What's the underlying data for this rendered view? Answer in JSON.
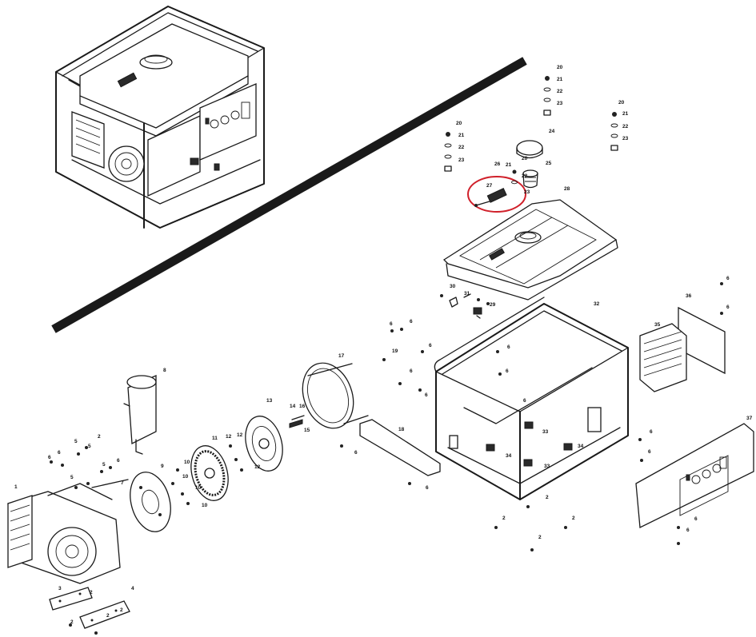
{
  "diagram": {
    "highlight_color": "#d0202a",
    "divider_color": "#1a1a1a",
    "callouts": [
      {
        "id": "c-20a",
        "text": "20"
      },
      {
        "id": "c-21a",
        "text": "21"
      },
      {
        "id": "c-22a",
        "text": "22"
      },
      {
        "id": "c-23a",
        "text": "23"
      },
      {
        "id": "c-20b",
        "text": "20"
      },
      {
        "id": "c-21b",
        "text": "21"
      },
      {
        "id": "c-22b",
        "text": "22"
      },
      {
        "id": "c-23b",
        "text": "23"
      },
      {
        "id": "c-20c",
        "text": "20"
      },
      {
        "id": "c-21c",
        "text": "21"
      },
      {
        "id": "c-22c",
        "text": "22"
      },
      {
        "id": "c-23c",
        "text": "23"
      },
      {
        "id": "c-24",
        "text": "24"
      },
      {
        "id": "c-25",
        "text": "25"
      },
      {
        "id": "c-26",
        "text": "26"
      },
      {
        "id": "c-27",
        "text": "27"
      },
      {
        "id": "c-20d",
        "text": "20"
      },
      {
        "id": "c-21d",
        "text": "21"
      },
      {
        "id": "c-22d",
        "text": "22"
      },
      {
        "id": "c-23d",
        "text": "23"
      },
      {
        "id": "c-28",
        "text": "28"
      },
      {
        "id": "c-30",
        "text": "30"
      },
      {
        "id": "c-31",
        "text": "31"
      },
      {
        "id": "c-29",
        "text": "29"
      },
      {
        "id": "c-32",
        "text": "32"
      },
      {
        "id": "c-36",
        "text": "36"
      },
      {
        "id": "c-35",
        "text": "35"
      },
      {
        "id": "c-6a",
        "text": "6"
      },
      {
        "id": "c-6b",
        "text": "6"
      },
      {
        "id": "c-6c",
        "text": "6"
      },
      {
        "id": "c-6d",
        "text": "6"
      },
      {
        "id": "c-19",
        "text": "19"
      },
      {
        "id": "c-6e",
        "text": "6"
      },
      {
        "id": "c-6f",
        "text": "6"
      },
      {
        "id": "c-6g",
        "text": "6"
      },
      {
        "id": "c-6h",
        "text": "6"
      },
      {
        "id": "c-6i",
        "text": "6"
      },
      {
        "id": "c-6j",
        "text": "6"
      },
      {
        "id": "c-17",
        "text": "17"
      },
      {
        "id": "c-8",
        "text": "8"
      },
      {
        "id": "c-13",
        "text": "13"
      },
      {
        "id": "c-14",
        "text": "14"
      },
      {
        "id": "c-16",
        "text": "16"
      },
      {
        "id": "c-15",
        "text": "15"
      },
      {
        "id": "c-18",
        "text": "18"
      },
      {
        "id": "c-6k",
        "text": "6"
      },
      {
        "id": "c-33",
        "text": "33"
      },
      {
        "id": "c-34a",
        "text": "34"
      },
      {
        "id": "c-34b",
        "text": "34"
      },
      {
        "id": "c-33b",
        "text": "33"
      },
      {
        "id": "c-37",
        "text": "37"
      },
      {
        "id": "c-6l",
        "text": "6"
      },
      {
        "id": "c-6m",
        "text": "6"
      },
      {
        "id": "c-11",
        "text": "11"
      },
      {
        "id": "c-12a",
        "text": "12"
      },
      {
        "id": "c-12b",
        "text": "12"
      },
      {
        "id": "c-12c",
        "text": "12"
      },
      {
        "id": "c-10a",
        "text": "10"
      },
      {
        "id": "c-10b",
        "text": "10"
      },
      {
        "id": "c-10c",
        "text": "10"
      },
      {
        "id": "c-10d",
        "text": "10"
      },
      {
        "id": "c-9",
        "text": "9"
      },
      {
        "id": "c-7",
        "text": "7"
      },
      {
        "id": "c-5a",
        "text": "5"
      },
      {
        "id": "c-5b",
        "text": "5"
      },
      {
        "id": "c-5c",
        "text": "5"
      },
      {
        "id": "c-5d",
        "text": "5"
      },
      {
        "id": "c-2a",
        "text": "2"
      },
      {
        "id": "c-6n",
        "text": "6"
      },
      {
        "id": "c-6o",
        "text": "6"
      },
      {
        "id": "c-6p",
        "text": "6"
      },
      {
        "id": "c-1",
        "text": "1"
      },
      {
        "id": "c-3",
        "text": "3"
      },
      {
        "id": "c-4",
        "text": "4"
      },
      {
        "id": "c-2b",
        "text": "2"
      },
      {
        "id": "c-2c",
        "text": "2"
      },
      {
        "id": "c-2d",
        "text": "2"
      },
      {
        "id": "c-2e",
        "text": "2"
      },
      {
        "id": "c-2f",
        "text": "2"
      },
      {
        "id": "c-2g",
        "text": "2"
      },
      {
        "id": "c-2h",
        "text": "2"
      },
      {
        "id": "c-2i",
        "text": "2"
      },
      {
        "id": "c-6q",
        "text": "6"
      },
      {
        "id": "c-6r",
        "text": "6"
      },
      {
        "id": "c-6s",
        "text": "6"
      }
    ]
  }
}
